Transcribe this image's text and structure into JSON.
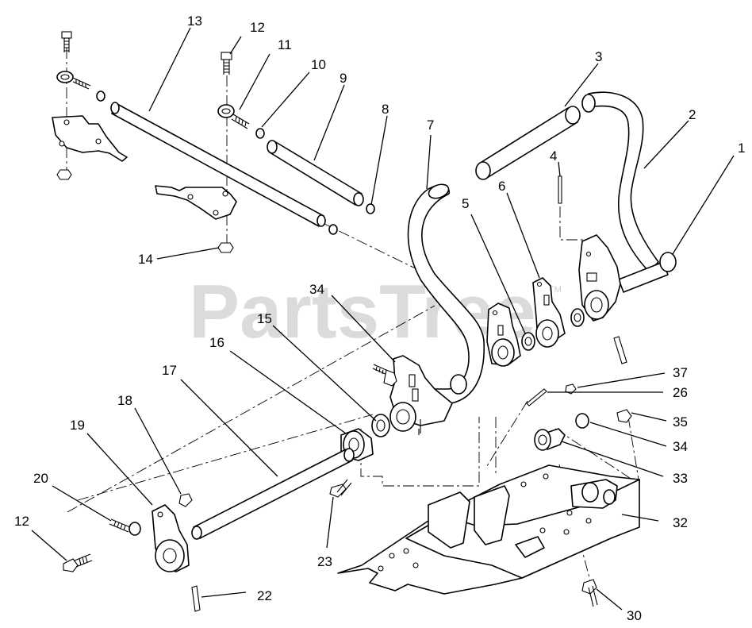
{
  "watermark": {
    "text": "PartsTree",
    "trademark": "TM",
    "color": "#cfcfcf"
  },
  "callouts": [
    {
      "id": "c1",
      "label": "1"
    },
    {
      "id": "c2",
      "label": "2"
    },
    {
      "id": "c3",
      "label": "3"
    },
    {
      "id": "c4",
      "label": "4"
    },
    {
      "id": "c5",
      "label": "5"
    },
    {
      "id": "c6",
      "label": "6"
    },
    {
      "id": "c7",
      "label": "7"
    },
    {
      "id": "c8",
      "label": "8"
    },
    {
      "id": "c9",
      "label": "9"
    },
    {
      "id": "c10",
      "label": "10"
    },
    {
      "id": "c11",
      "label": "11"
    },
    {
      "id": "c12a",
      "label": "12"
    },
    {
      "id": "c13",
      "label": "13"
    },
    {
      "id": "c14",
      "label": "14"
    },
    {
      "id": "c15",
      "label": "15"
    },
    {
      "id": "c16",
      "label": "16"
    },
    {
      "id": "c17",
      "label": "17"
    },
    {
      "id": "c18",
      "label": "18"
    },
    {
      "id": "c19",
      "label": "19"
    },
    {
      "id": "c20",
      "label": "20"
    },
    {
      "id": "c12b",
      "label": "12"
    },
    {
      "id": "c22",
      "label": "22"
    },
    {
      "id": "c23",
      "label": "23"
    },
    {
      "id": "c34a",
      "label": "34"
    },
    {
      "id": "c37",
      "label": "37"
    },
    {
      "id": "c26",
      "label": "26"
    },
    {
      "id": "c35",
      "label": "35"
    },
    {
      "id": "c34b",
      "label": "34"
    },
    {
      "id": "c33",
      "label": "33"
    },
    {
      "id": "c32",
      "label": "32"
    },
    {
      "id": "c30",
      "label": "30"
    }
  ]
}
